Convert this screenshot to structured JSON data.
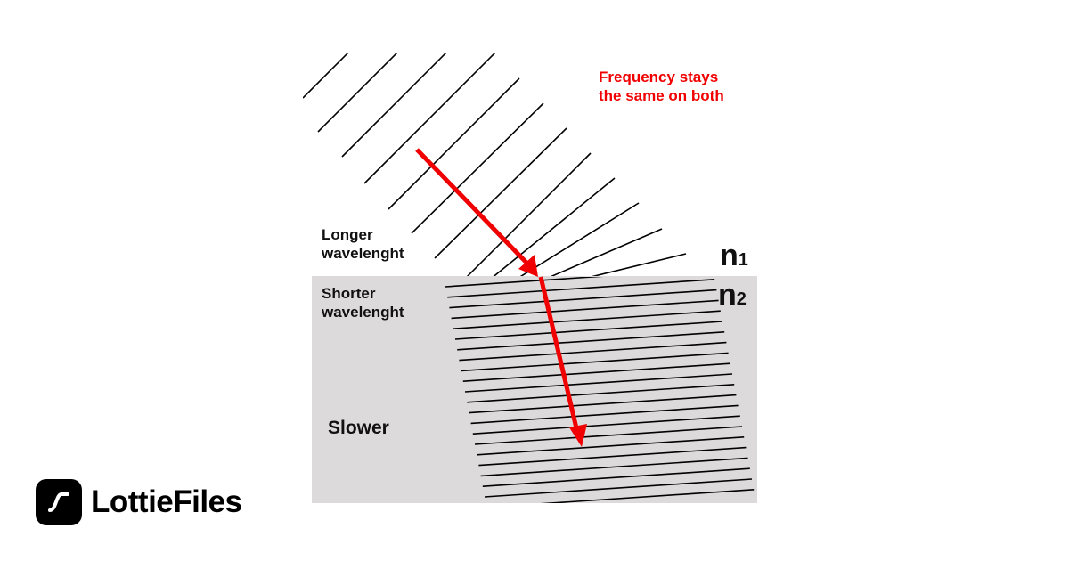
{
  "annotation": {
    "line1": "Frequency stays",
    "line2": "the same on both"
  },
  "medium1": {
    "label_line1": "Longer",
    "label_line2": "wavelenght",
    "index_symbol": "n",
    "index_sub": "1"
  },
  "medium2": {
    "label_line1": "Shorter",
    "label_line2": "wavelenght",
    "speed_label": "Slower",
    "index_symbol": "n",
    "index_sub": "2"
  },
  "colors": {
    "ray": "#f00000",
    "medium2_fill": "#dddadb",
    "wavefront": "#000000"
  },
  "brand": {
    "name": "LottieFiles"
  }
}
